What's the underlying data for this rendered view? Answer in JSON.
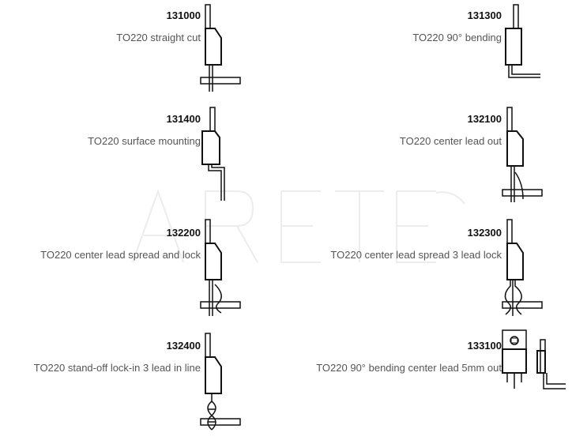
{
  "items": [
    {
      "code": "131000",
      "desc": "TO220 straight cut"
    },
    {
      "code": "131300",
      "desc": "TO220 90° bending"
    },
    {
      "code": "131400",
      "desc": "TO220 surface mounting"
    },
    {
      "code": "132100",
      "desc": "TO220 center lead out"
    },
    {
      "code": "132200",
      "desc": "TO220 center lead spread and lock"
    },
    {
      "code": "132300",
      "desc": "TO220 center lead spread 3 lead lock"
    },
    {
      "code": "132400",
      "desc": "TO220 stand-off lock-in 3 lead in line"
    },
    {
      "code": "133100",
      "desc": "TO220 90° bending center lead 5mm out"
    }
  ],
  "colors": {
    "ink": "#111111",
    "label": "#555555",
    "watermark": "#e8e8e8"
  }
}
